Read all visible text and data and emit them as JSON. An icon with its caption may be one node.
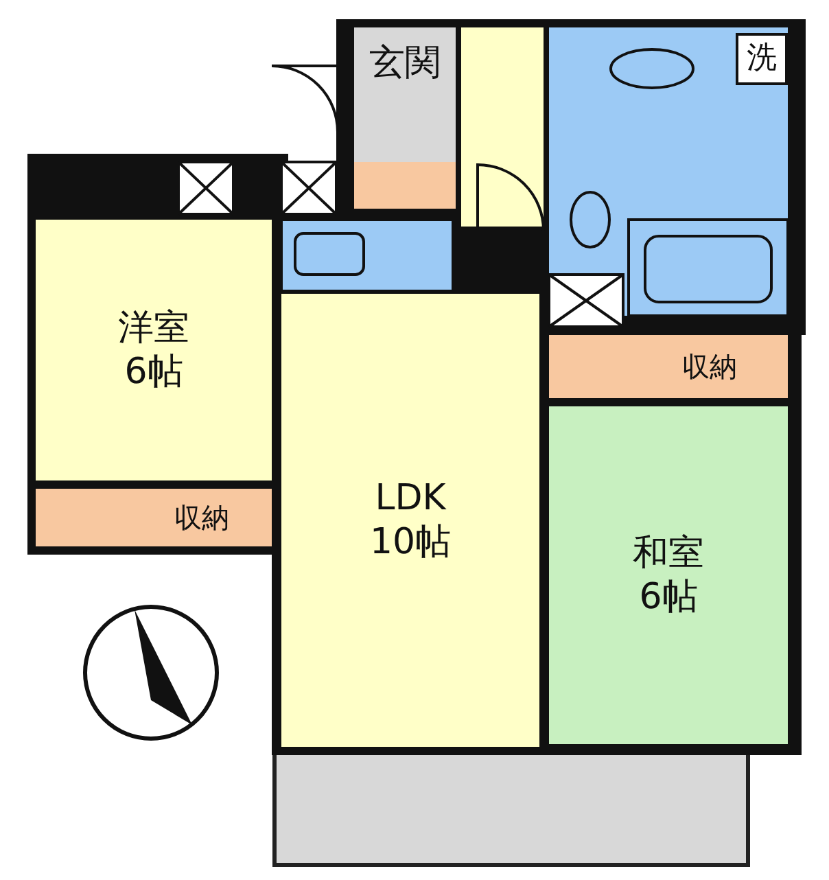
{
  "diagram": {
    "nodes": [
      {
        "text": [
          "玄関"
        ]
      },
      {
        "text": [
          "洗"
        ]
      },
      {
        "text": [
          "洋室",
          "6帖"
        ]
      },
      {
        "text": [
          "収納"
        ]
      },
      {
        "text": [
          "LDK",
          "10帖"
        ]
      },
      {
        "text": [
          "収納"
        ]
      },
      {
        "text": [
          "和室",
          "6帖"
        ]
      }
    ]
  }
}
